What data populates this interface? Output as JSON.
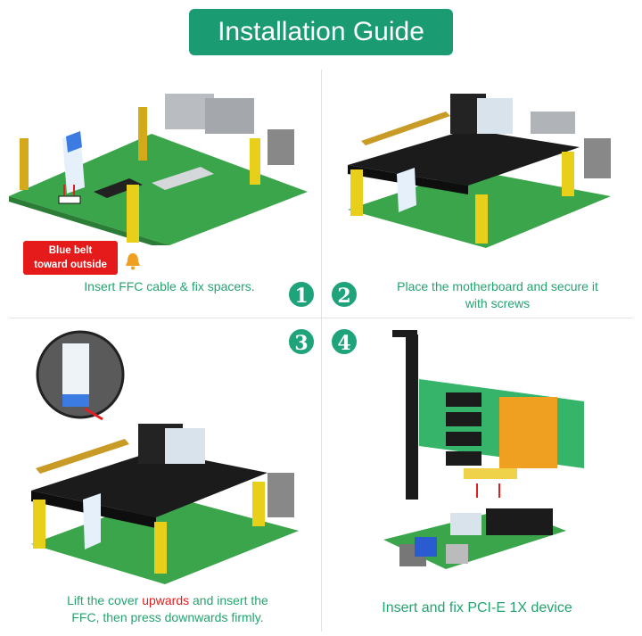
{
  "header": {
    "title": "Installation Guide"
  },
  "steps": [
    {
      "number": "1",
      "caption": "Insert FFC cable & fix spacers."
    },
    {
      "number": "2",
      "caption_line1": "Place the motherboard and secure it",
      "caption_line2": "with screws"
    },
    {
      "number": "3",
      "caption_line1_a": "Lift the cover ",
      "caption_line1_highlight": "upwards",
      "caption_line1_b": " and insert the",
      "caption_line2": "FFC, then press downwards firmly."
    },
    {
      "number": "4",
      "caption": "Insert and fix PCI-E 1X  device"
    }
  ],
  "warning": {
    "line1": "Blue belt",
    "line2": "toward outside",
    "icon": "bell-icon"
  },
  "colors": {
    "brand_green": "#1a9b72",
    "caption_green": "#25a36f",
    "warning_red": "#e51b1b",
    "highlight_red": "#e02020",
    "pcb_green": "#3aa54a",
    "spacer_yellow": "#e8cf1a"
  }
}
